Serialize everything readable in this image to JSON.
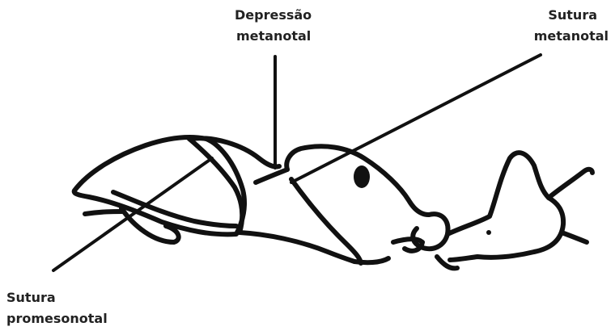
{
  "labels": {
    "depressao_metanotal": [
      "Depressão",
      "metanotal"
    ],
    "sutura_metanotal": [
      "Sutura",
      "metanotal"
    ],
    "sutura_promesonotal": [
      "Sutura",
      "promesonotal"
    ]
  },
  "colors": {
    "line": "#111111",
    "text": "#222222",
    "background": "#ffffff"
  }
}
